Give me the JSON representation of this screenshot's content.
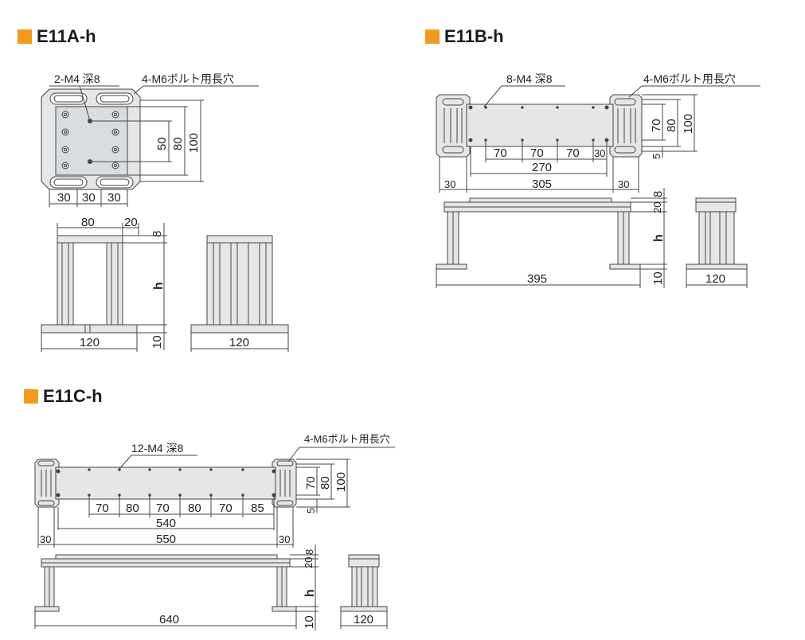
{
  "colors": {
    "accent": "#F39A1E",
    "fill": "#E4E6E8",
    "line": "#444444",
    "dim": "#555555"
  },
  "sections": {
    "a": {
      "title": "E11A-h",
      "labels": {
        "tap": "2-M4 深8",
        "bolt": "4-M6ボルト用長穴"
      },
      "dims": {
        "d30a": "30",
        "d30b": "30",
        "d30c": "30",
        "d50": "50",
        "d80v": "80",
        "d100": "100",
        "d80": "80",
        "d20": "20",
        "d8": "8",
        "h": "h",
        "d10": "10",
        "d120a": "120",
        "d120b": "120"
      }
    },
    "b": {
      "title": "E11B-h",
      "labels": {
        "tap": "8-M4 深8",
        "bolt": "4-M6ボルト用長穴"
      },
      "dims": {
        "d70a": "70",
        "d70b": "70",
        "d70c": "70",
        "d30in": "30",
        "d270": "270",
        "d30l": "30",
        "d305": "305",
        "d30r": "30",
        "d70v": "70",
        "d80v": "80",
        "d100v": "100",
        "d5": "5",
        "d8": "8",
        "d20": "20",
        "h": "h",
        "d10": "10",
        "d395": "395",
        "d120": "120"
      }
    },
    "c": {
      "title": "E11C-h",
      "labels": {
        "tap": "12-M4 深8",
        "bolt": "4-M6ボルト用長穴"
      },
      "dims": {
        "d70a": "70",
        "d80a": "80",
        "d70b": "70",
        "d80b": "80",
        "d70c": "70",
        "d85": "85",
        "d540": "540",
        "d30l": "30",
        "d550": "550",
        "d30r": "30",
        "d70v": "70",
        "d80v": "80",
        "d100v": "100",
        "d5": "5",
        "d8": "8",
        "d20": "20",
        "h": "h",
        "d10": "10",
        "d640": "640",
        "d120": "120"
      }
    }
  }
}
